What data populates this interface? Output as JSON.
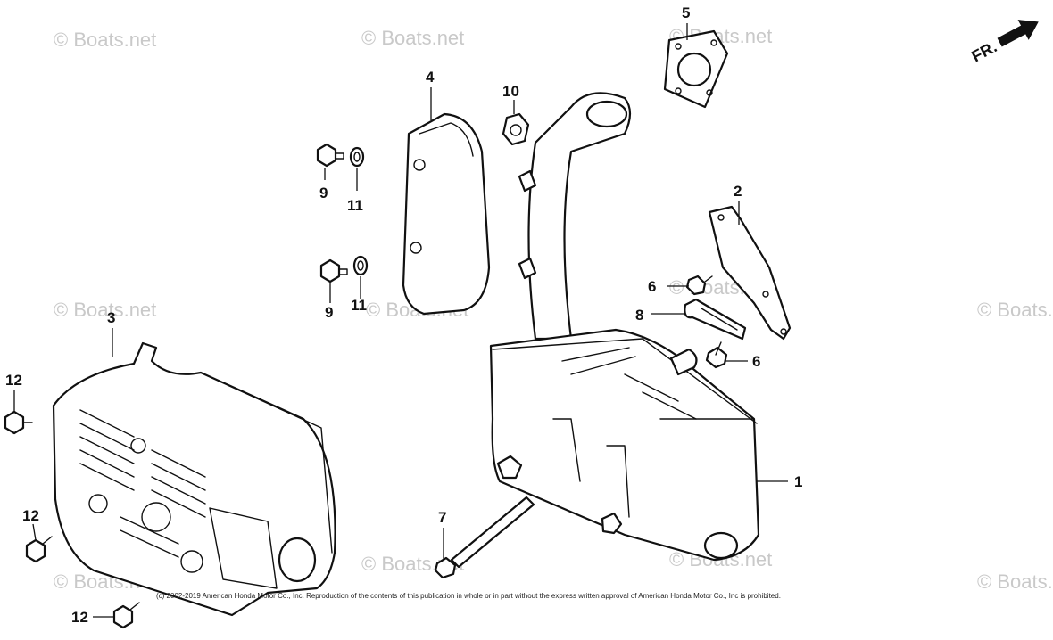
{
  "watermark": "© Boats.net",
  "copyright": "(c) 2002-2019 American Honda Motor Co., Inc. Reproduction of the contents of this publication in whole or in part without the express written approval of American Honda Motor Co., Inc is prohibited.",
  "direction_label": "FR.",
  "callouts": {
    "part_1": "1",
    "part_2": "2",
    "part_3": "3",
    "part_4": "4",
    "part_5": "5",
    "part_6a": "6",
    "part_6b": "6",
    "part_7": "7",
    "part_8": "8",
    "part_9a": "9",
    "part_9b": "9",
    "part_10": "10",
    "part_11a": "11",
    "part_11b": "11",
    "part_12a": "12",
    "part_12b": "12",
    "part_12c": "12"
  }
}
